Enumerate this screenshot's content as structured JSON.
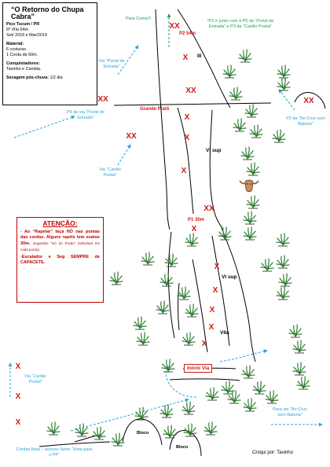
{
  "info": {
    "title": "“O Retorno do Chupa Cabra”",
    "location": "Pico Tucum / PR",
    "grade_line": "6º VIIa 54m",
    "dates": "Set/ 2018 e Mar/2019",
    "material_label": "Material:",
    "material_items": [
      "6 costuras.",
      "1 Corda de 60m."
    ],
    "conquerors_label": "Conquistadores:",
    "conquerors": "Tavinho e Canidia.",
    "drying_label": "Secagem pós-chuva:",
    "drying_value": "1/2 dia"
  },
  "warning": {
    "title": "ATENÇÃO:",
    "para1_lead": "- Ao “Rapelar” faça NÓ nas pontas das cordas. Alguns rapéis tem exatos 30m.",
    "para1_small": "(sugestão “Nó do Prado” individual em cada ponta).",
    "para2": "-Escalador e Seg SEMPRE de CAPACETE."
  },
  "labels": {
    "para_cume": "Para Cume!!!",
    "p2_54m": "P2 54m",
    "p2_note": "*P2 é junto com a P5 da “Portal de Entrada” e P3 da “Cartão Postal”",
    "via_portal_entrada_top": "Via “Portal de Entrada”",
    "grade_III": "III",
    "grande_plato": "Grande Platô",
    "p4_portal": "P4 da via “Portal de Entrada”",
    "p2_no_crux_top": "P2 da “No Crux sem Bateria”",
    "via_cartao_postal_mid": "Via “Cartão Postal”",
    "grade_VIsup_top": "VI sup",
    "p1_30m": "P1 30m",
    "grade_VIsup_mid": "VI sup",
    "grade_VIIa": "VIIa",
    "inicio_via": "Início Via",
    "via_cartao_postal_low": "Via “Cartão Postal”",
    "para_via_no_crux": "Para via “No Crux sem Bateria”",
    "cordas_fixas": "Cordas fixas – acesso Setor “Vista para o PP”",
    "bloco_left": "Bloco",
    "bloco_right": "Bloco",
    "credit": "Croqui por: Tavinho"
  },
  "colors": {
    "bolt": "#d11a1a",
    "arrow_blue": "#2aa3d8",
    "arrow_green": "#18a35a",
    "plant": "#2e7d32",
    "rock": "#000000"
  },
  "icons": [
    "bolt-x-icon",
    "plant-icon",
    "bull-skull-icon",
    "arrow-icon"
  ]
}
